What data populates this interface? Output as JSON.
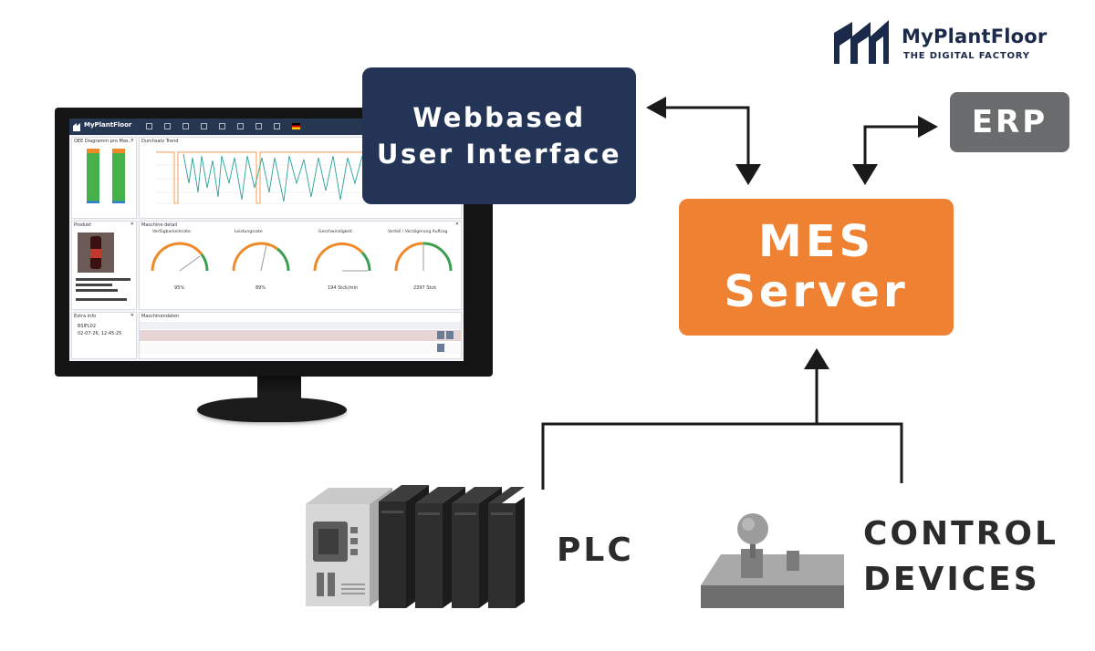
{
  "logo": {
    "name": "MyPlantFloor",
    "tagline": "THE DIGITAL FACTORY"
  },
  "boxes": {
    "webui": {
      "line1": "Webbased",
      "line2": "User Interface",
      "color": "#233457"
    },
    "mes": {
      "line1": "MES",
      "line2": "Server",
      "color": "#ef8133"
    },
    "erp": {
      "label": "ERP",
      "color": "#6a6c6e"
    }
  },
  "labels": {
    "plc": "PLC",
    "control_line1": "CONTROL",
    "control_line2": "DEVICES"
  },
  "screen": {
    "app_title": "MyPlantFloor",
    "panels": {
      "oee": "OEE Diagramm pro Mas...",
      "trend": "Durchsatz Trend",
      "product": "Produkt",
      "machine": "Maschine detail",
      "extra": "Extra info",
      "extra_value1": "BSIFL02",
      "extra_value2": "02-07-26, 12:45:25",
      "jobs": "Maschinendaten"
    },
    "gauges": [
      {
        "title": "Verfügbarkeitsrate",
        "value": "95%"
      },
      {
        "title": "Leistungsrate",
        "value": "89%"
      },
      {
        "title": "Geschwindigkeit",
        "value": "194 Stck/min"
      },
      {
        "title": "Vorteil / Verzögerung Auftrag",
        "value": "2397 Stck"
      }
    ]
  }
}
